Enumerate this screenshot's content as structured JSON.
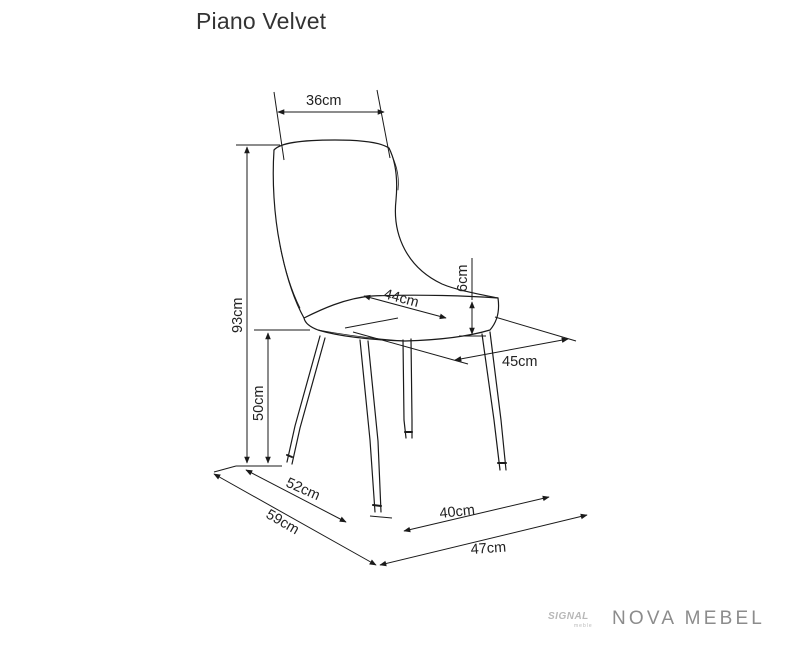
{
  "title": "Piano Velvet",
  "dimensions": {
    "back_width": "36cm",
    "total_height": "93cm",
    "seat_height": "50cm",
    "seat_depth": "44cm",
    "seat_thickness": "6cm",
    "seat_width": "45cm",
    "leg_depth": "52cm",
    "overall_depth": "59cm",
    "leg_width": "40cm",
    "overall_width": "47cm"
  },
  "brand": {
    "logo_text": "SIGNAL",
    "logo_subtext": "meble",
    "name": "NOVA MEBEL"
  },
  "colors": {
    "line": "#1a1a1a",
    "text": "#222222",
    "brand": "#8c8c8c"
  }
}
